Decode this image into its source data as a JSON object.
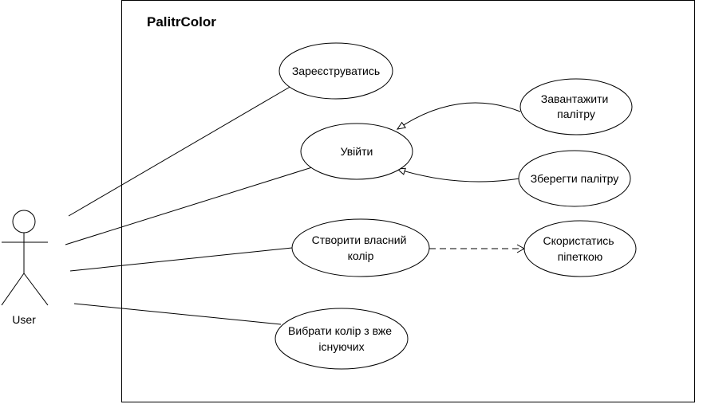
{
  "system": {
    "title": "PalitrColor"
  },
  "actor": {
    "label": "User"
  },
  "use_cases": [
    {
      "id": "register",
      "lines": [
        "Зареєструватись"
      ]
    },
    {
      "id": "login",
      "lines": [
        "Увійти"
      ]
    },
    {
      "id": "load_palette",
      "lines": [
        "Завантажити",
        "палітру"
      ]
    },
    {
      "id": "save_palette",
      "lines": [
        "Зберегти палітру"
      ]
    },
    {
      "id": "create_color",
      "lines": [
        "Створити власний",
        "колір"
      ]
    },
    {
      "id": "use_eyedropper",
      "lines": [
        "Скористатись",
        "піпеткою"
      ]
    },
    {
      "id": "pick_color",
      "lines": [
        "Вибрати колір з вже",
        "існуючих"
      ]
    }
  ],
  "relations": [
    {
      "type": "association",
      "from": "actor",
      "to": "register"
    },
    {
      "type": "association",
      "from": "actor",
      "to": "login"
    },
    {
      "type": "association",
      "from": "actor",
      "to": "create_color"
    },
    {
      "type": "association",
      "from": "actor",
      "to": "pick_color"
    },
    {
      "type": "generalization",
      "from": "load_palette",
      "to": "login"
    },
    {
      "type": "generalization",
      "from": "save_palette",
      "to": "login"
    },
    {
      "type": "dependency",
      "from": "create_color",
      "to": "use_eyedropper"
    }
  ]
}
